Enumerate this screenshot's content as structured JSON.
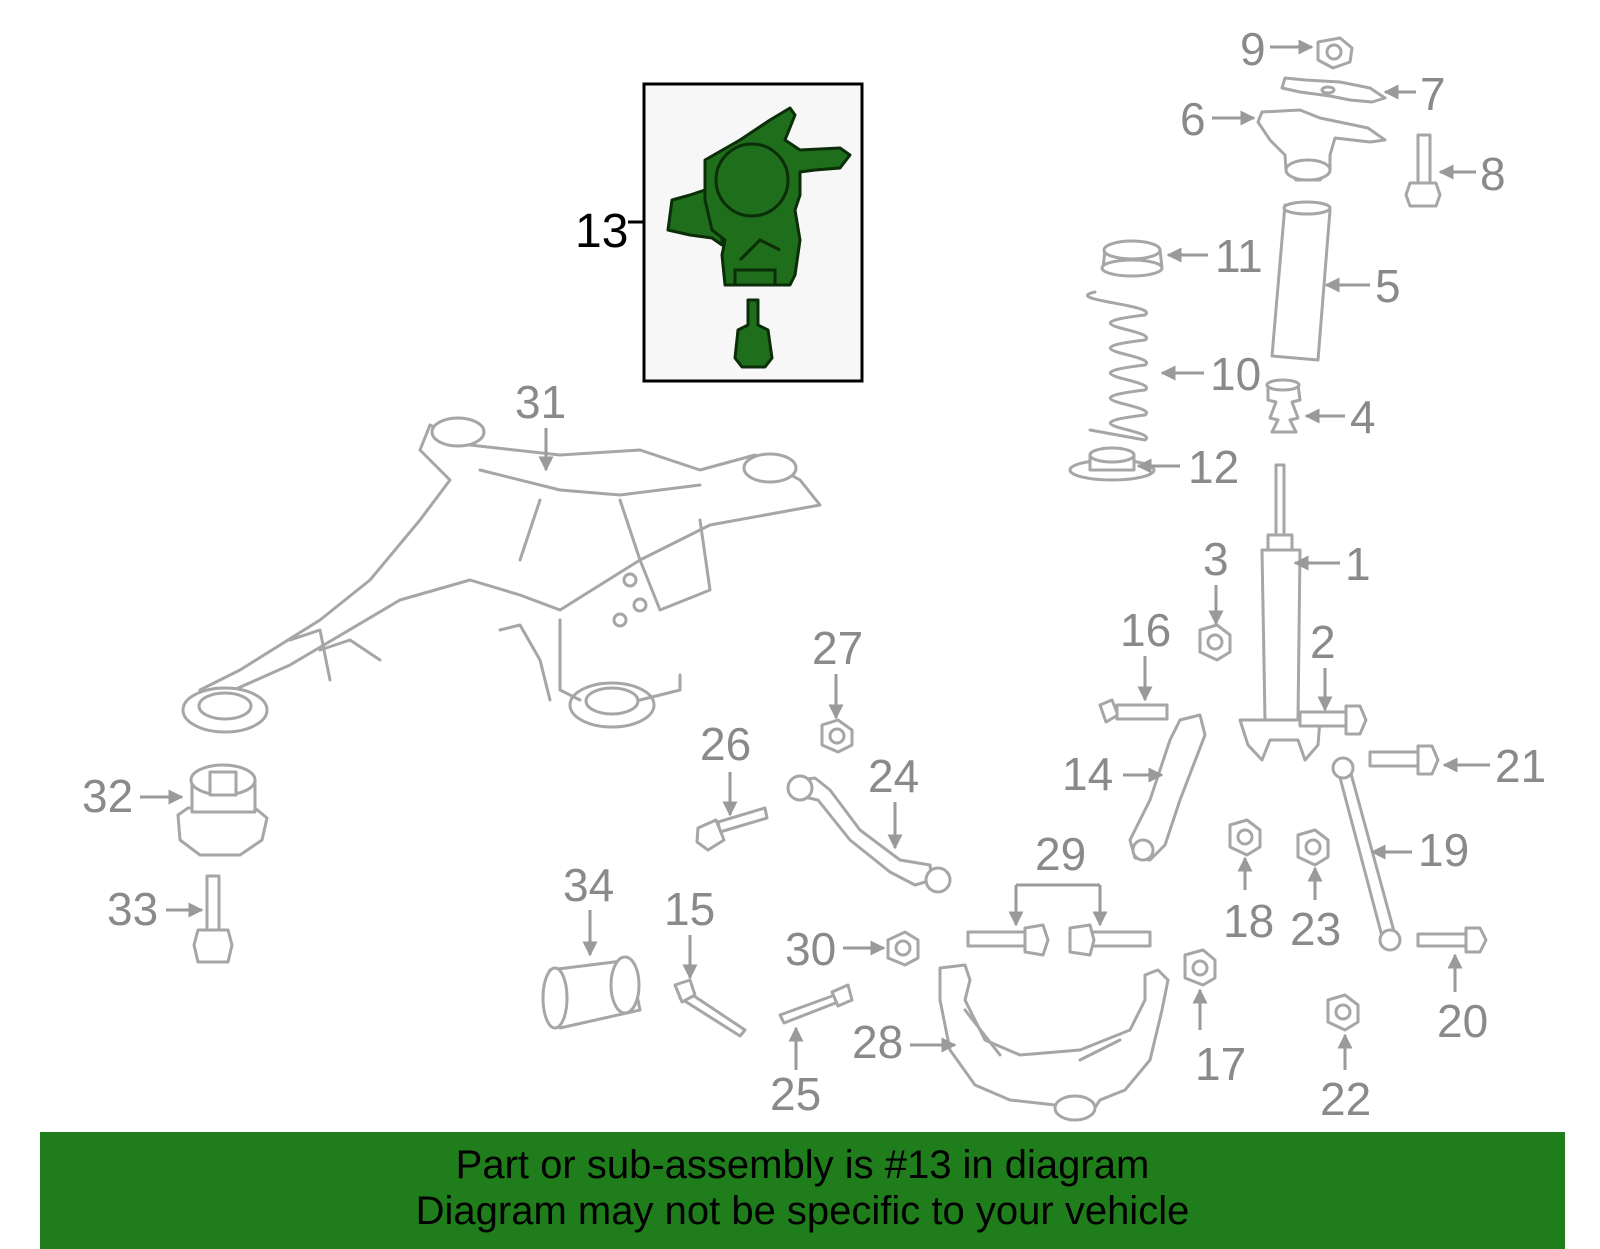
{
  "callouts": {
    "c1": "1",
    "c2": "2",
    "c3": "3",
    "c4": "4",
    "c5": "5",
    "c6": "6",
    "c7": "7",
    "c8": "8",
    "c9": "9",
    "c10": "10",
    "c11": "11",
    "c12": "12",
    "c13": "13",
    "c14": "14",
    "c15": "15",
    "c16": "16",
    "c17": "17",
    "c18": "18",
    "c19": "19",
    "c20": "20",
    "c21": "21",
    "c22": "22",
    "c23": "23",
    "c24": "24",
    "c25": "25",
    "c26": "26",
    "c27": "27",
    "c28": "28",
    "c29": "29",
    "c30": "30",
    "c31": "31",
    "c32": "32",
    "c33": "33",
    "c34": "34"
  },
  "highlight": {
    "part_number": "13",
    "color": "#1f6e1b"
  },
  "footer": {
    "line1": "Part or sub-assembly is #13 in diagram",
    "line2": "Diagram may not be specific to your vehicle",
    "background": "#207d1b"
  }
}
